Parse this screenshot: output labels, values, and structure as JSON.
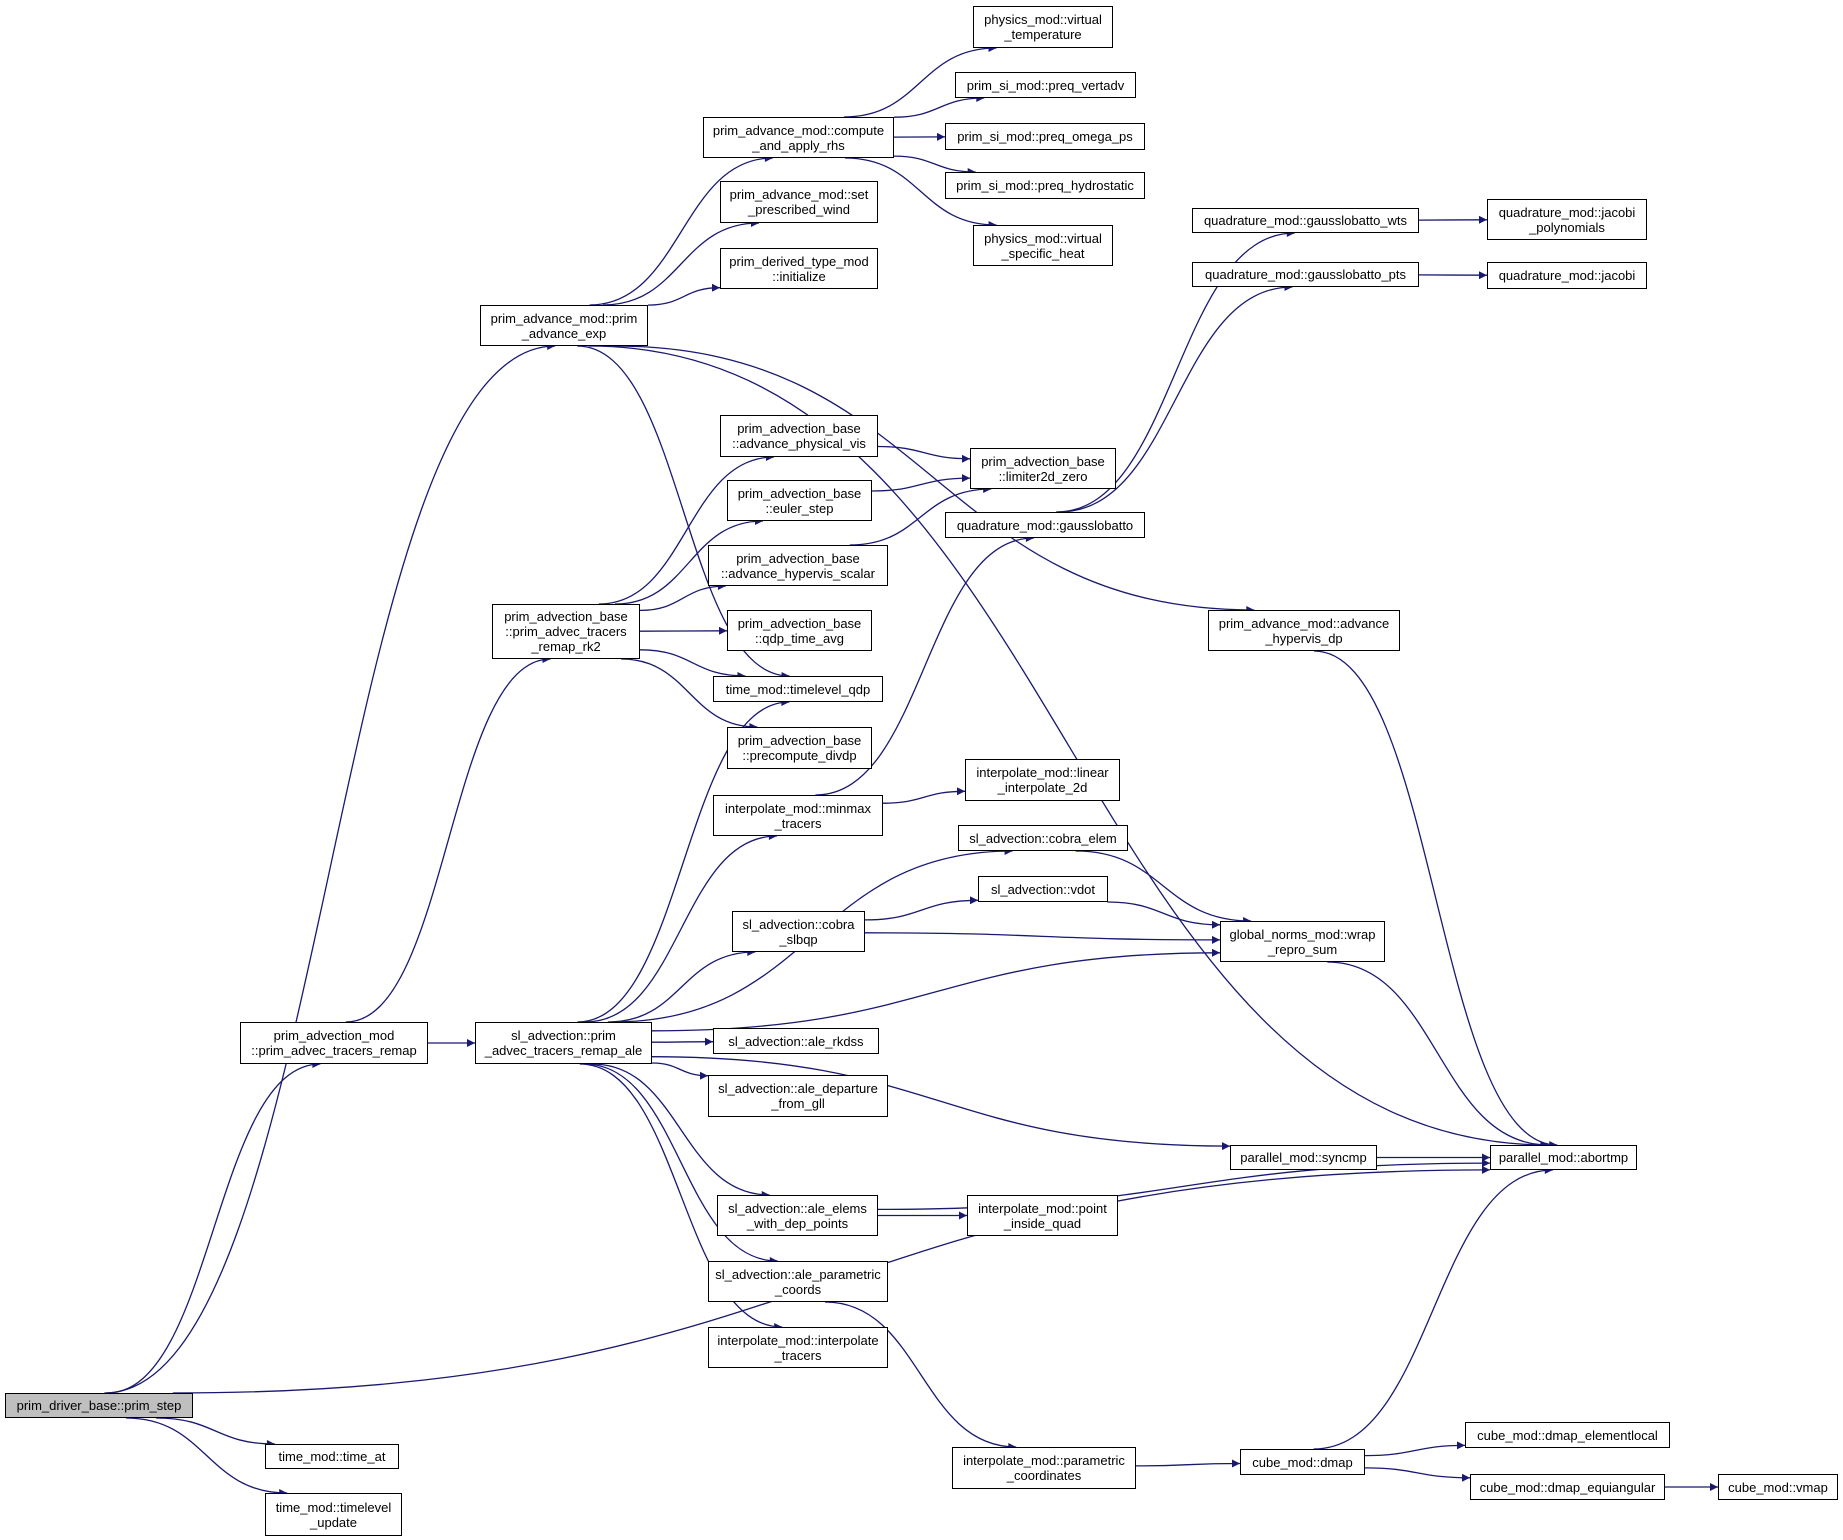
{
  "colors": {
    "edge": "#191970",
    "root_fill": "#bfbfbf",
    "node_fill": "#ffffff"
  },
  "nodes": {
    "root": {
      "lines": [
        "prim_driver_base::prim_step"
      ]
    },
    "time_at": {
      "lines": [
        "time_mod::time_at"
      ]
    },
    "timelevel_update": {
      "lines": [
        "time_mod::timelevel",
        "_update"
      ]
    },
    "pam_prim_advec_tracers_remap": {
      "lines": [
        "prim_advection_mod",
        "::prim_advec_tracers_remap"
      ]
    },
    "prim_advance_exp": {
      "lines": [
        "prim_advance_mod::prim",
        "_advance_exp"
      ]
    },
    "compute_and_apply_rhs": {
      "lines": [
        "prim_advance_mod::compute",
        "_and_apply_rhs"
      ]
    },
    "set_prescribed_wind": {
      "lines": [
        "prim_advance_mod::set",
        "_prescribed_wind"
      ]
    },
    "initialize": {
      "lines": [
        "prim_derived_type_mod",
        "::initialize"
      ]
    },
    "virtual_temperature": {
      "lines": [
        "physics_mod::virtual",
        "_temperature"
      ]
    },
    "preq_vertadv": {
      "lines": [
        "prim_si_mod::preq_vertadv"
      ]
    },
    "preq_omega_ps": {
      "lines": [
        "prim_si_mod::preq_omega_ps"
      ]
    },
    "preq_hydrostatic": {
      "lines": [
        "prim_si_mod::preq_hydrostatic"
      ]
    },
    "virtual_specific_heat": {
      "lines": [
        "physics_mod::virtual",
        "_specific_heat"
      ]
    },
    "gll_wts": {
      "lines": [
        "quadrature_mod::gausslobatto_wts"
      ]
    },
    "gll_pts": {
      "lines": [
        "quadrature_mod::gausslobatto_pts"
      ]
    },
    "jacobi_polynomials": {
      "lines": [
        "quadrature_mod::jacobi",
        "_polynomials"
      ]
    },
    "jacobi": {
      "lines": [
        "quadrature_mod::jacobi"
      ]
    },
    "gausslobatto": {
      "lines": [
        "quadrature_mod::gausslobatto"
      ]
    },
    "advance_physical_vis": {
      "lines": [
        "prim_advection_base",
        "::advance_physical_vis"
      ]
    },
    "euler_step": {
      "lines": [
        "prim_advection_base",
        "::euler_step"
      ]
    },
    "advance_hypervis_scalar": {
      "lines": [
        "prim_advection_base",
        "::advance_hypervis_scalar"
      ]
    },
    "limiter2d_zero": {
      "lines": [
        "prim_advection_base",
        "::limiter2d_zero"
      ]
    },
    "prim_advec_tracers_remap_rk2": {
      "lines": [
        "prim_advection_base",
        "::prim_advec_tracers",
        "_remap_rk2"
      ]
    },
    "qdp_time_avg": {
      "lines": [
        "prim_advection_base",
        "::qdp_time_avg"
      ]
    },
    "timelevel_qdp": {
      "lines": [
        "time_mod::timelevel_qdp"
      ]
    },
    "precompute_divdp": {
      "lines": [
        "prim_advection_base",
        "::precompute_divdp"
      ]
    },
    "advance_hypervis_dp": {
      "lines": [
        "prim_advance_mod::advance",
        "_hypervis_dp"
      ]
    },
    "minmax_tracers": {
      "lines": [
        "interpolate_mod::minmax",
        "_tracers"
      ]
    },
    "linear_interpolate_2d": {
      "lines": [
        "interpolate_mod::linear",
        "_interpolate_2d"
      ]
    },
    "cobra_elem": {
      "lines": [
        "sl_advection::cobra_elem"
      ]
    },
    "vdot": {
      "lines": [
        "sl_advection::vdot"
      ]
    },
    "cobra_slbqp": {
      "lines": [
        "sl_advection::cobra",
        "_slbqp"
      ]
    },
    "wrap_repro_sum": {
      "lines": [
        "global_norms_mod::wrap",
        "_repro_sum"
      ]
    },
    "sl_remap_ale": {
      "lines": [
        "sl_advection::prim",
        "_advec_tracers_remap_ale"
      ]
    },
    "ale_rkdss": {
      "lines": [
        "sl_advection::ale_rkdss"
      ]
    },
    "ale_departure_from_gll": {
      "lines": [
        "sl_advection::ale_departure",
        "_from_gll"
      ]
    },
    "syncmp": {
      "lines": [
        "parallel_mod::syncmp"
      ]
    },
    "abortmp": {
      "lines": [
        "parallel_mod::abortmp"
      ]
    },
    "ale_elems_with_dep_points": {
      "lines": [
        "sl_advection::ale_elems",
        "_with_dep_points"
      ]
    },
    "point_inside_quad": {
      "lines": [
        "interpolate_mod::point",
        "_inside_quad"
      ]
    },
    "ale_parametric_coords": {
      "lines": [
        "sl_advection::ale_parametric",
        "_coords"
      ]
    },
    "interpolate_tracers": {
      "lines": [
        "interpolate_mod::interpolate",
        "_tracers"
      ]
    },
    "parametric_coordinates": {
      "lines": [
        "interpolate_mod::parametric",
        "_coordinates"
      ]
    },
    "dmap": {
      "lines": [
        "cube_mod::dmap"
      ]
    },
    "dmap_elementlocal": {
      "lines": [
        "cube_mod::dmap_elementlocal"
      ]
    },
    "dmap_equiangular": {
      "lines": [
        "cube_mod::dmap_equiangular"
      ]
    },
    "vmap": {
      "lines": [
        "cube_mod::vmap"
      ]
    }
  },
  "edges": [
    [
      "root",
      "prim_advance_exp"
    ],
    [
      "root",
      "pam_prim_advec_tracers_remap"
    ],
    [
      "root",
      "abortmp"
    ],
    [
      "root",
      "time_at"
    ],
    [
      "root",
      "timelevel_update"
    ],
    [
      "prim_advance_exp",
      "compute_and_apply_rhs"
    ],
    [
      "prim_advance_exp",
      "set_prescribed_wind"
    ],
    [
      "prim_advance_exp",
      "initialize"
    ],
    [
      "prim_advance_exp",
      "abortmp"
    ],
    [
      "prim_advance_exp",
      "advance_hypervis_dp"
    ],
    [
      "prim_advance_exp",
      "timelevel_qdp"
    ],
    [
      "compute_and_apply_rhs",
      "virtual_temperature"
    ],
    [
      "compute_and_apply_rhs",
      "preq_vertadv"
    ],
    [
      "compute_and_apply_rhs",
      "preq_omega_ps"
    ],
    [
      "compute_and_apply_rhs",
      "preq_hydrostatic"
    ],
    [
      "compute_and_apply_rhs",
      "virtual_specific_heat"
    ],
    [
      "gll_wts",
      "jacobi_polynomials"
    ],
    [
      "gll_pts",
      "jacobi"
    ],
    [
      "gausslobatto",
      "gll_wts"
    ],
    [
      "gausslobatto",
      "gll_pts"
    ],
    [
      "advance_physical_vis",
      "limiter2d_zero"
    ],
    [
      "euler_step",
      "limiter2d_zero"
    ],
    [
      "advance_hypervis_scalar",
      "limiter2d_zero"
    ],
    [
      "prim_advec_tracers_remap_rk2",
      "advance_physical_vis"
    ],
    [
      "prim_advec_tracers_remap_rk2",
      "euler_step"
    ],
    [
      "prim_advec_tracers_remap_rk2",
      "advance_hypervis_scalar"
    ],
    [
      "prim_advec_tracers_remap_rk2",
      "qdp_time_avg"
    ],
    [
      "prim_advec_tracers_remap_rk2",
      "timelevel_qdp"
    ],
    [
      "prim_advec_tracers_remap_rk2",
      "precompute_divdp"
    ],
    [
      "pam_prim_advec_tracers_remap",
      "prim_advec_tracers_remap_rk2"
    ],
    [
      "pam_prim_advec_tracers_remap",
      "sl_remap_ale"
    ],
    [
      "advance_hypervis_dp",
      "abortmp"
    ],
    [
      "minmax_tracers",
      "gausslobatto"
    ],
    [
      "minmax_tracers",
      "linear_interpolate_2d"
    ],
    [
      "cobra_elem",
      "wrap_repro_sum"
    ],
    [
      "vdot",
      "wrap_repro_sum"
    ],
    [
      "cobra_slbqp",
      "vdot"
    ],
    [
      "cobra_slbqp",
      "wrap_repro_sum"
    ],
    [
      "wrap_repro_sum",
      "abortmp"
    ],
    [
      "sl_remap_ale",
      "timelevel_qdp"
    ],
    [
      "sl_remap_ale",
      "minmax_tracers"
    ],
    [
      "sl_remap_ale",
      "cobra_elem"
    ],
    [
      "sl_remap_ale",
      "cobra_slbqp"
    ],
    [
      "sl_remap_ale",
      "wrap_repro_sum"
    ],
    [
      "sl_remap_ale",
      "ale_rkdss"
    ],
    [
      "sl_remap_ale",
      "ale_departure_from_gll"
    ],
    [
      "sl_remap_ale",
      "syncmp"
    ],
    [
      "sl_remap_ale",
      "ale_elems_with_dep_points"
    ],
    [
      "sl_remap_ale",
      "ale_parametric_coords"
    ],
    [
      "sl_remap_ale",
      "interpolate_tracers"
    ],
    [
      "syncmp",
      "abortmp"
    ],
    [
      "ale_elems_with_dep_points",
      "point_inside_quad"
    ],
    [
      "ale_elems_with_dep_points",
      "abortmp"
    ],
    [
      "ale_parametric_coords",
      "parametric_coordinates"
    ],
    [
      "parametric_coordinates",
      "dmap"
    ],
    [
      "dmap",
      "abortmp"
    ],
    [
      "dmap",
      "dmap_elementlocal"
    ],
    [
      "dmap",
      "dmap_equiangular"
    ],
    [
      "dmap_equiangular",
      "vmap"
    ]
  ]
}
